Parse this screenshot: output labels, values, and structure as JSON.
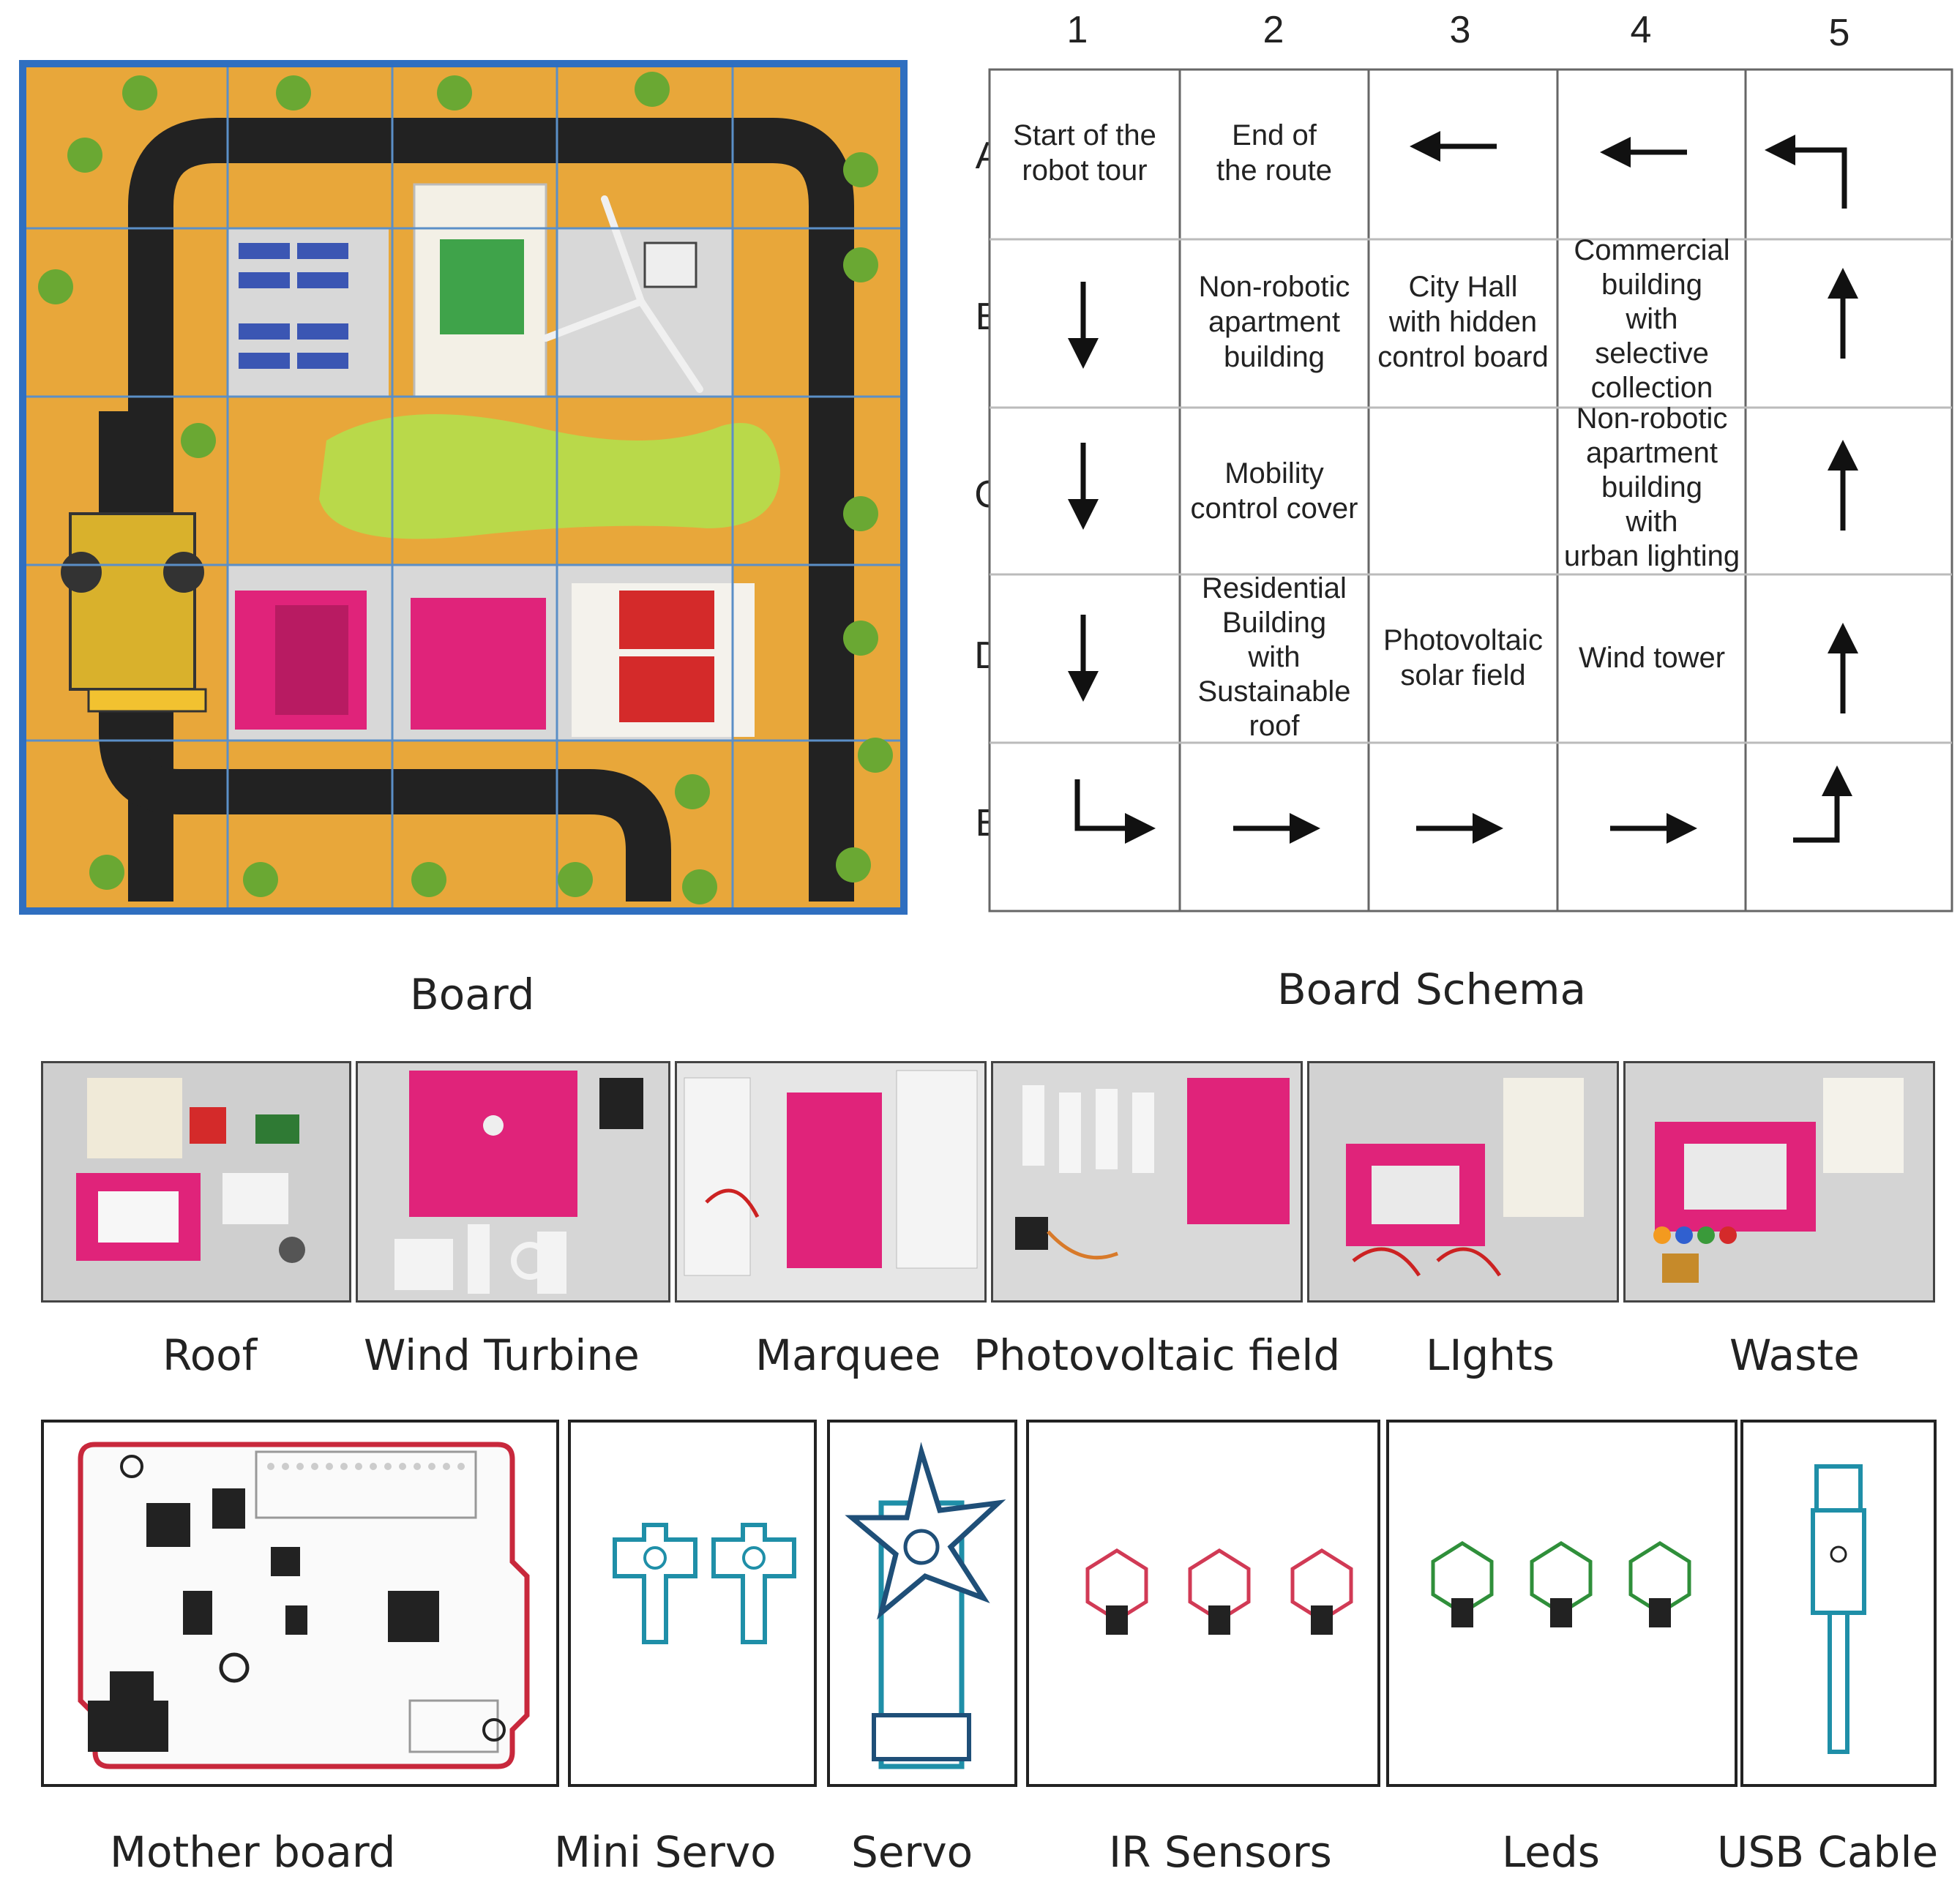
{
  "schema": {
    "column_headers": [
      "1",
      "2",
      "3",
      "4",
      "5"
    ],
    "row_headers": [
      "A",
      "B",
      "C",
      "D",
      "E"
    ],
    "cells": {
      "A1": [
        "Start of the",
        "robot tour"
      ],
      "A2": [
        "End of",
        "the route"
      ],
      "B2": [
        "Non-robotic",
        "apartment",
        "building"
      ],
      "B3": [
        "City Hall",
        "with hidden",
        "control board"
      ],
      "B4": [
        "Commercial",
        "building",
        "with",
        "selective",
        "collection"
      ],
      "C2": [
        "Mobility",
        "control cover"
      ],
      "C4": [
        "Non-robotic",
        "apartment",
        "building",
        "with",
        "urban lighting"
      ],
      "D2": [
        "Residential",
        "Building",
        "with",
        "Sustainable",
        "roof"
      ],
      "D3": [
        "Photovoltaic",
        "solar field"
      ],
      "D4": [
        "Wind tower"
      ]
    }
  },
  "captions": {
    "board": "Board",
    "board_schema": "Board Schema",
    "modules": [
      "Roof",
      "Wind Turbine",
      "Marquee",
      "Photovoltaic field",
      "LIghts",
      "Waste"
    ],
    "components": [
      "Mother board",
      "Mini Servo",
      "Servo",
      "IR Sensors",
      "Leds",
      "USB Cable"
    ]
  },
  "icons": {
    "motherboard": "motherboard-icon",
    "servo": "servo-icon",
    "ir_sensor": "ir-sensor-icon",
    "led": "led-icon",
    "usb": "usb-cable-icon"
  },
  "colors": {
    "board_orange": "#e8a73a",
    "road": "#222222",
    "grass_green": "#b9d94a",
    "magenta": "#e0237a",
    "servo_teal": "#1f8fa8",
    "ir_red": "#d13a55",
    "led_green": "#2f8f3a",
    "mother_red": "#c8283c"
  }
}
